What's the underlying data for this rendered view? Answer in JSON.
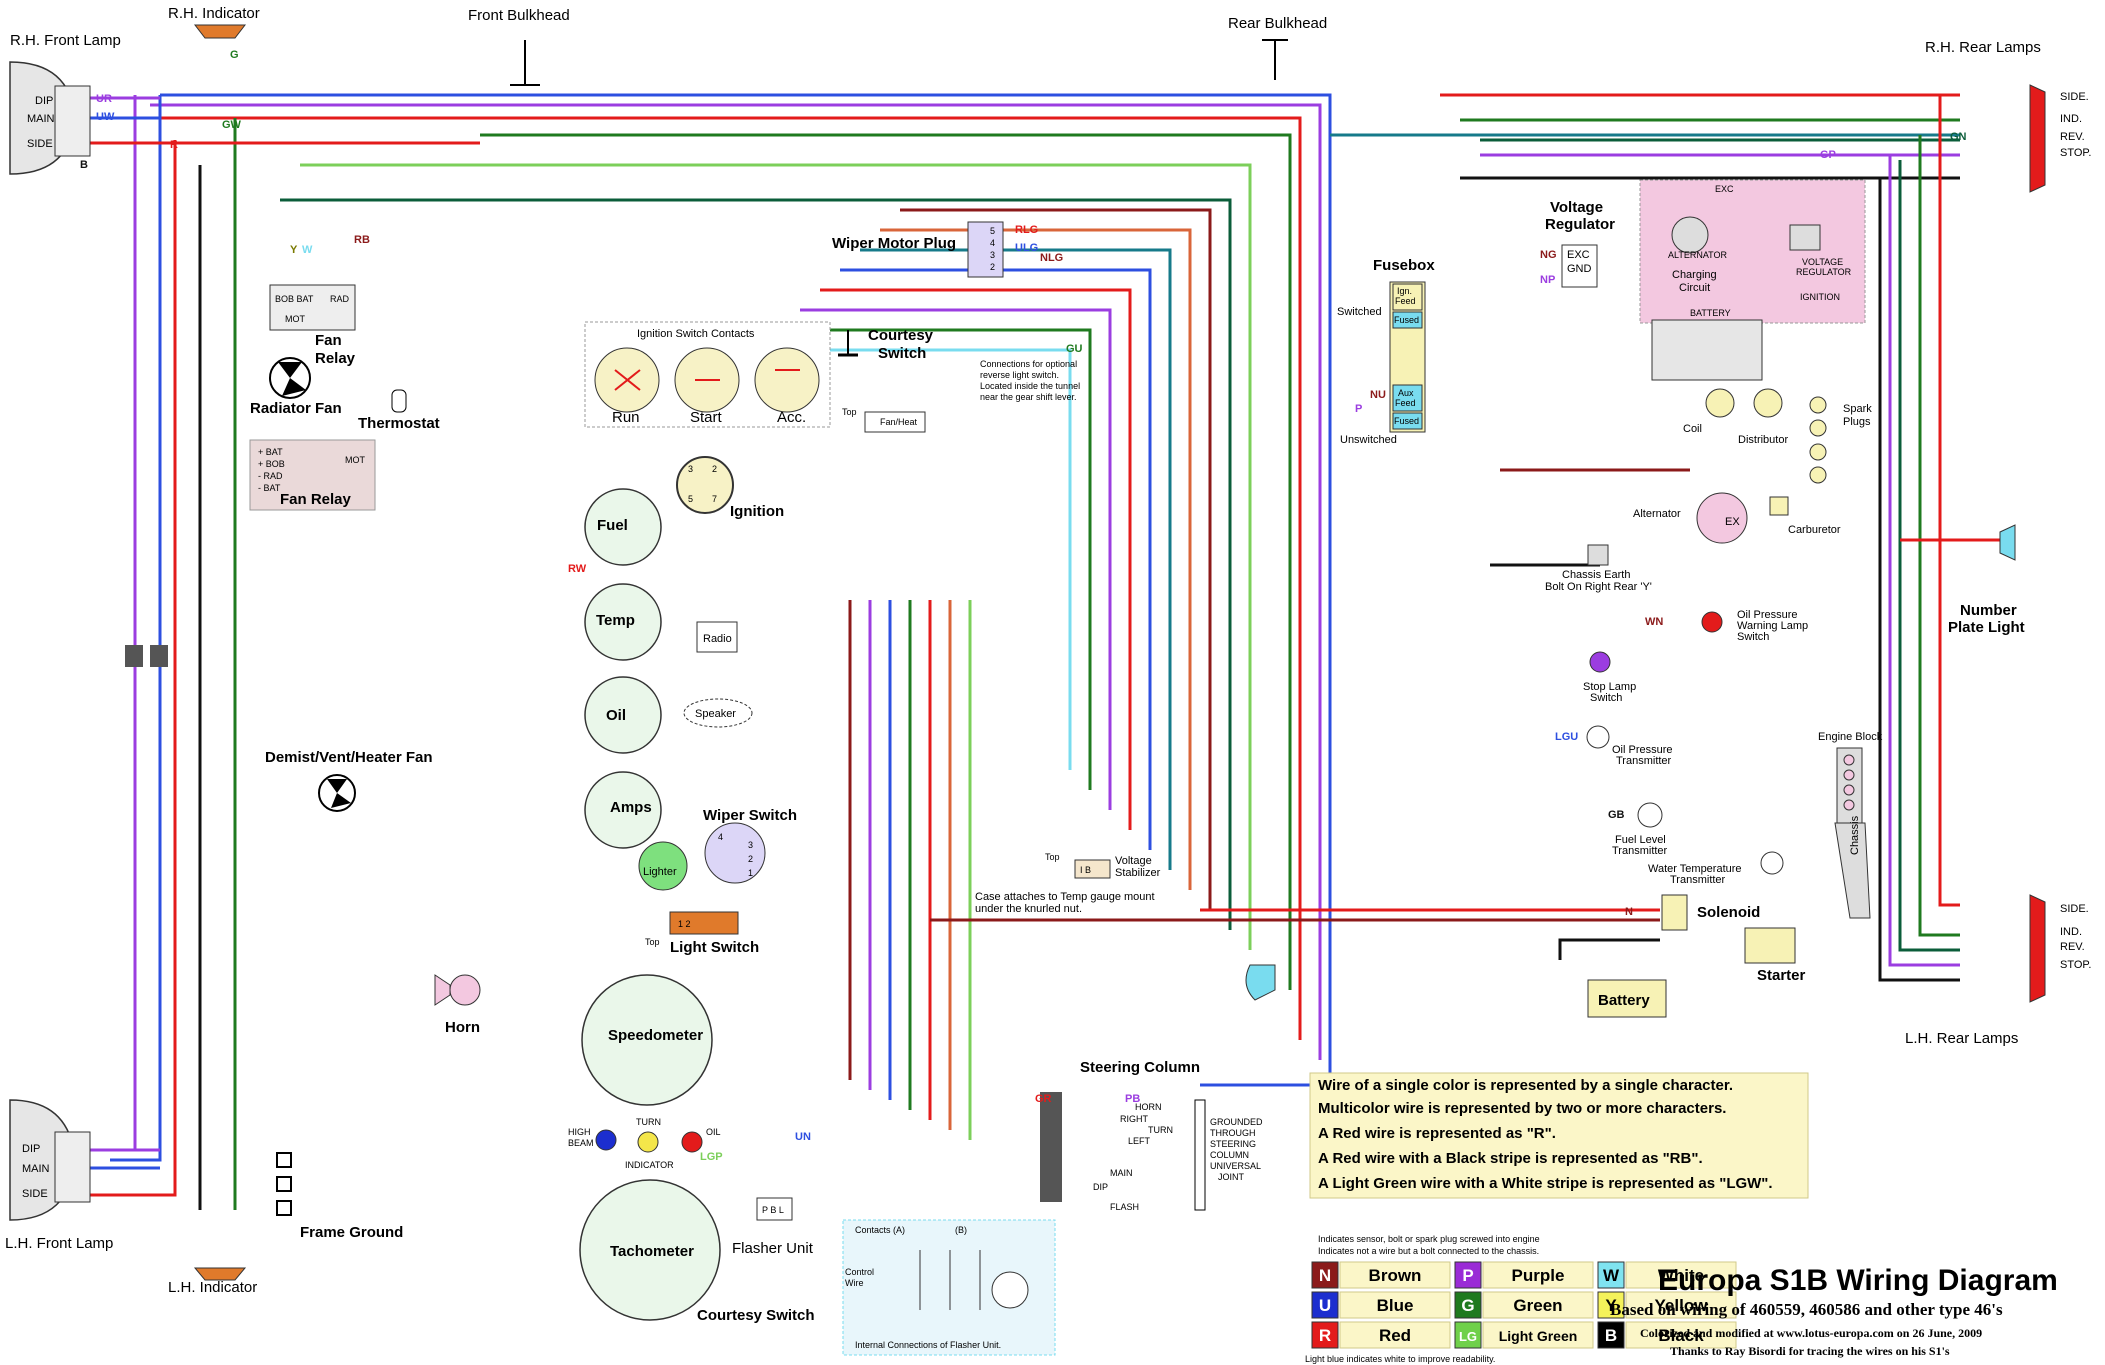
{
  "title": {
    "main": "Europa S1B Wiring Diagram",
    "based_on": "Based on wiring of 460559, 460586 and other type 46's",
    "colorized": "Colorized and modified at www.lotus-europa.com on 26 June, 2009",
    "thanks": "Thanks to Ray Bisordi for tracing the wires on his S1's"
  },
  "labels": {
    "rh_indicator": "R.H. Indicator",
    "front_bulkhead": "Front Bulkhead",
    "rear_bulkhead": "Rear Bulkhead",
    "rh_front_lamp": "R.H. Front Lamp",
    "lh_front_lamp": "L.H. Front Lamp",
    "rh_rear_lamps": "R.H. Rear Lamps",
    "lh_rear_lamps": "L.H. Rear Lamps",
    "lh_indicator": "L.H. Indicator",
    "fan_relay_top": "Fan\nRelay",
    "fan_relay_box": "Fan Relay",
    "radiator_fan": "Radiator Fan",
    "thermostat": "Thermostat",
    "wiper_motor_plug": "Wiper Motor Plug",
    "courtesy_switch_top": "Courtesy\nSwitch",
    "courtesy_switch_bottom": "Courtesy Switch",
    "ignition_switch_contacts": "Ignition Switch Contacts",
    "run": "Run",
    "start": "Start",
    "acc": "Acc.",
    "ignition": "Ignition",
    "fan_heat": "Fan/Heat",
    "top": "Top",
    "fuel": "Fuel",
    "temp": "Temp",
    "oil": "Oil",
    "amps": "Amps",
    "radio": "Radio",
    "speaker": "Speaker",
    "demist": "Demist/Vent/Heater Fan",
    "wiper_switch": "Wiper Switch",
    "lighter": "Lighter",
    "light_switch": "Light Switch",
    "horn": "Horn",
    "speedometer": "Speedometer",
    "tachometer": "Tachometer",
    "turn": "TURN",
    "oil_small": "OIL",
    "high_beam": "HIGH\nBEAM",
    "indicator": "INDICATOR",
    "flasher_unit": "Flasher Unit",
    "frame_ground": "Frame Ground",
    "steering_column": "Steering Column",
    "grounded": "GROUNDED\nTHROUGH\nSTEERING\nCOLUMN\nUNIVERSAL\nJOINT",
    "horn_sw": "HORN",
    "right": "RIGHT",
    "turn_sw": "TURN",
    "left": "LEFT",
    "main": "MAIN",
    "dip": "DIP",
    "flash": "FLASH",
    "voltage_stabilizer": "Voltage\nStabilizer",
    "case_attaches": "Case attaches to Temp gauge mount\nunder the knurled nut.",
    "fusebox": "Fusebox",
    "ign_feed": "Ign.\nFeed",
    "fused": "Fused",
    "aux_feed": "Aux\nFeed",
    "switched": "Switched",
    "unswitched": "Unswitched",
    "voltage_regulator": "Voltage\nRegulator",
    "exc": "EXC",
    "gnd": "GND",
    "charging_circuit": "Charging\nCircuit",
    "alternator_small": "ALTERNATOR",
    "battery_small": "BATTERY",
    "vr_small": "VOLTAGE\nREGULATOR",
    "ignition_small": "IGNITION",
    "coil": "Coil",
    "distributor": "Distributor",
    "spark_plugs": "Spark\nPlugs",
    "alternator": "Alternator",
    "carburetor": "Carburetor",
    "chassis_earth": "Chassis Earth\nBolt On Right Rear 'Y'",
    "number_plate": "Number\nPlate Light",
    "oil_pressure_warning": "Oil Pressure\nWarning Lamp\nSwitch",
    "stop_lamp_switch": "Stop Lamp\nSwitch",
    "oil_pressure_transmitter": "Oil Pressure\nTransmitter",
    "engine_block": "Engine Block",
    "fuel_level": "Fuel Level\nTransmitter",
    "water_temp": "Water Temperature\nTransmitter",
    "solenoid": "Solenoid",
    "starter": "Starter",
    "battery": "Battery",
    "chassis": "Chassis",
    "reverse_note": "Connections for optional\nreverse light switch.\nLocated inside the tunnel\nnear the gear shift lever.",
    "side": "SIDE.",
    "ind": "IND.",
    "rev": "REV.",
    "stop": "STOP.",
    "dip_lamp": "DIP",
    "main_lamp": "MAIN",
    "side_lamp": "SIDE",
    "contacts_a": "Contacts (A)",
    "contacts_b": "(B)",
    "control_wire": "Control\nWire",
    "internal_flasher": "Internal Connections of Flasher Unit.",
    "sensor_note": "Indicates sensor, bolt or spark plug screwed into engine",
    "not_wire_note": "Indicates not a wire but a bolt connected to the chassis.",
    "light_blue_note": "Light blue indicates white to improve readability."
  },
  "notes": [
    "Wire of a single color is represented by a single character.",
    "Multicolor wire is represented by two or more characters.",
    "A Red wire is represented as \"R\".",
    "A Red wire with a Black stripe is represented as \"RB\".",
    "A Light Green wire with a White stripe is represented as \"LGW\"."
  ],
  "legend": [
    {
      "code": "N",
      "name": "Brown",
      "color": "#8b1a1a"
    },
    {
      "code": "P",
      "name": "Purple",
      "color": "#9a2bd6"
    },
    {
      "code": "W",
      "name": "White",
      "color": "#7fe3f0"
    },
    {
      "code": "U",
      "name": "Blue",
      "color": "#1c2ecf"
    },
    {
      "code": "G",
      "name": "Green",
      "color": "#1f7a1f"
    },
    {
      "code": "Y",
      "name": "Yellow",
      "color": "#f4f25a"
    },
    {
      "code": "R",
      "name": "Red",
      "color": "#e31b1b"
    },
    {
      "code": "LG",
      "name": "Light Green",
      "color": "#6fd04a"
    },
    {
      "code": "B",
      "name": "Black",
      "color": "#000000"
    }
  ],
  "wire_colors": {
    "red": "#e31b1b",
    "blue": "#2d4fe0",
    "green": "#1f7a1f",
    "lightgreen": "#7ccf5a",
    "purple": "#9b3de0",
    "brown": "#8b1a1a",
    "white": "#79dcef",
    "black": "#111111",
    "orange": "#d9653a",
    "darkgreen": "#0b5d3a",
    "teal": "#167a8a",
    "pink": "#f3c8e0"
  },
  "wire_codes": {
    "ur": "UR",
    "uw": "UW",
    "r": "R",
    "b": "B",
    "g": "G",
    "gw": "GW",
    "y": "Y",
    "w": "W",
    "rb": "RB",
    "lg": "LG",
    "u": "U",
    "gu": "GU",
    "nu": "NU",
    "np": "NP",
    "ng": "NG",
    "p": "P",
    "pb": "PB",
    "gr": "GR",
    "gp": "GP",
    "gn": "GN",
    "lgu": "LGU",
    "wn": "WN",
    "gb": "GB",
    "rw": "RW",
    "rlg": "RLG",
    "ulg": "ULG",
    "nlg": "NLG",
    "lgp": "LGP",
    "un": "UN",
    "n": "N"
  }
}
